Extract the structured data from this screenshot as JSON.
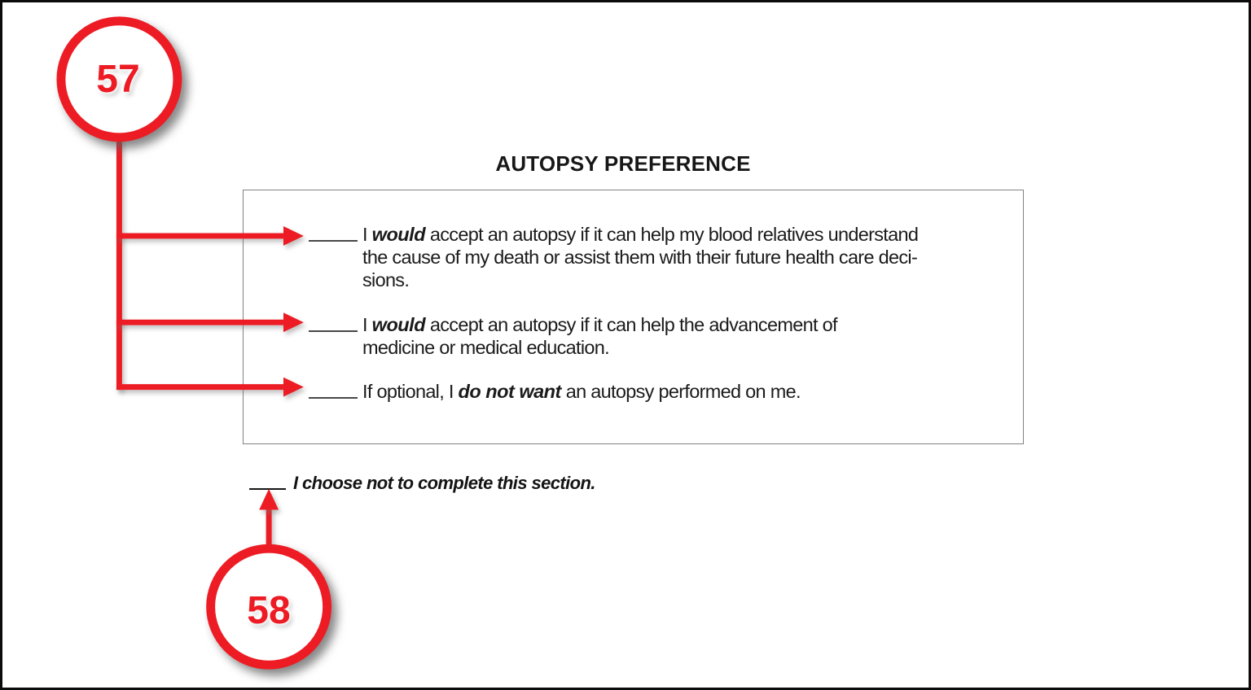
{
  "annotations": {
    "accent_color": "#ed1c24",
    "callout_57": {
      "label": "57"
    },
    "callout_58": {
      "label": "58"
    }
  },
  "document": {
    "title": "AUTOPSY PREFERENCE",
    "autopsy_box": {
      "options": [
        {
          "line1_pre": "I ",
          "line1_bold": "would",
          "line1_post": " accept an autopsy if it can help my blood relatives understand",
          "line2": "the cause of my death or assist them with their future health care deci-",
          "line3": "sions."
        },
        {
          "line1_pre": "I ",
          "line1_bold": "would",
          "line1_post": " accept an autopsy if it can help the advancement of",
          "line2": "medicine or medical education."
        },
        {
          "line1_pre": "If optional, I ",
          "line1_bold": "do not want",
          "line1_post": " an autopsy performed on me."
        }
      ]
    },
    "opt_out": {
      "label": "I choose not to complete this section."
    }
  }
}
